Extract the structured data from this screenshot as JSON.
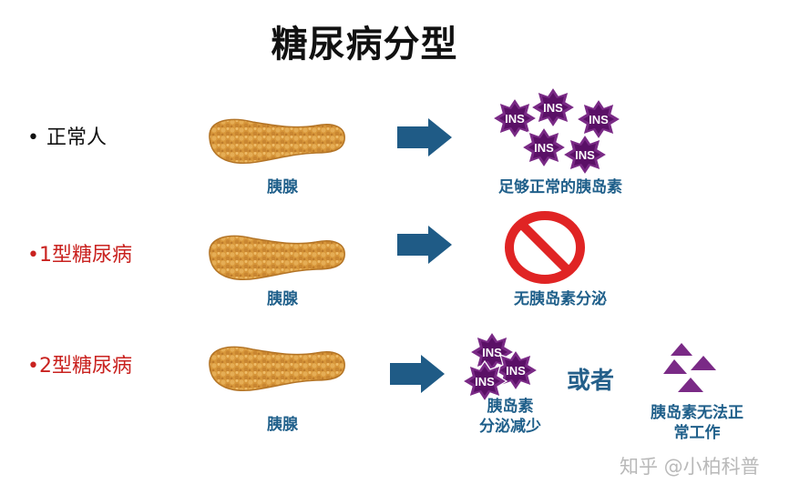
{
  "title": "糖尿病分型",
  "colors": {
    "arrow": "#1f5b86",
    "caption": "#1f5f8a",
    "red_label": "#c9221f",
    "ins_fill": "#7a2a86",
    "ins_inner": "#5a1066",
    "ins_text": "#ffffff",
    "pancreas": "#d8973a",
    "no_sign": "#e02424",
    "triangle": "#7a2a86"
  },
  "ins_label": "INS",
  "rows": [
    {
      "label": "正常人",
      "bullet": "•",
      "pancreas_caption": "胰腺",
      "result_caption": "足够正常的胰岛素"
    },
    {
      "label": "1型糖尿病",
      "bullet": "•",
      "pancreas_caption": "胰腺",
      "result_caption": "无胰岛素分泌"
    },
    {
      "label": "2型糖尿病",
      "bullet": "•",
      "pancreas_caption": "胰腺",
      "result_caption_line1": "胰岛素",
      "result_caption_line2": "分泌减少",
      "or_text": "或者",
      "alt_caption_line1": "胰岛素无法正",
      "alt_caption_line2": "常工作"
    }
  ],
  "watermark": "知乎 @小柏科普",
  "icons": {
    "pancreas": "pancreas-icon",
    "arrow": "right-arrow-icon",
    "insulin": "insulin-star-icon",
    "no_sign": "prohibition-icon",
    "triangle": "triangle-icon"
  }
}
